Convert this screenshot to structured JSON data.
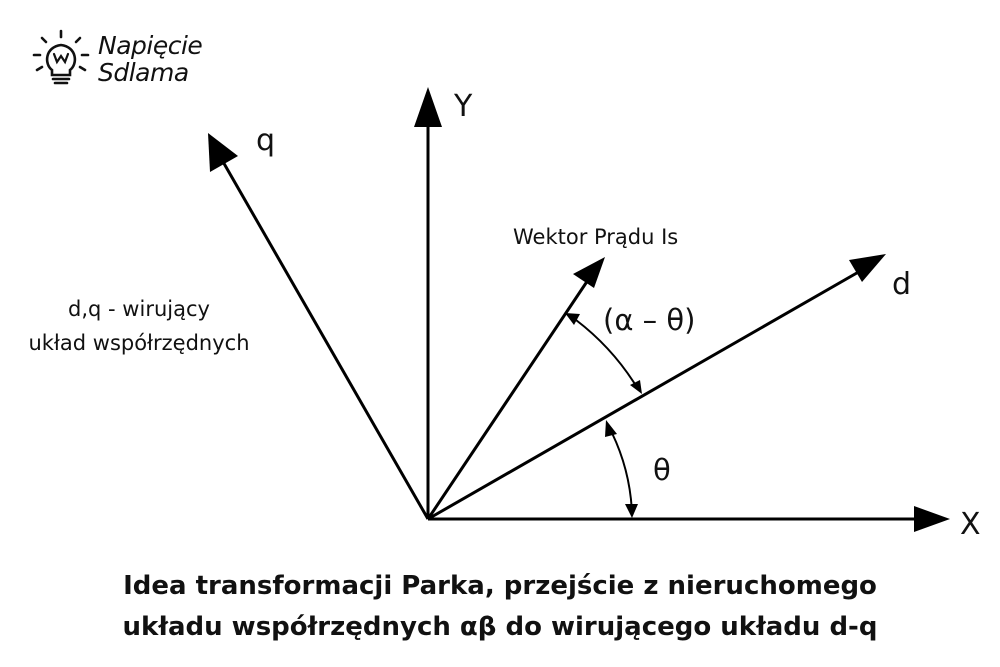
{
  "logo": {
    "line1": "Napięcie",
    "line2": "Sdlama"
  },
  "labels": {
    "y_axis": "Y",
    "x_axis": "X",
    "q_axis": "q",
    "d_axis": "d",
    "current_vector": "Wektor Prądu Is",
    "angle_alpha_theta": "(α – θ)",
    "angle_theta": "θ"
  },
  "side_note": {
    "line1": "d,q - wirujący",
    "line2": "układ współrzędnych"
  },
  "caption": {
    "line1": "Idea transformacji Parka, przejście z nieruchomego",
    "line2": "układu współrzędnych αβ do wirującego układu d-q"
  }
}
